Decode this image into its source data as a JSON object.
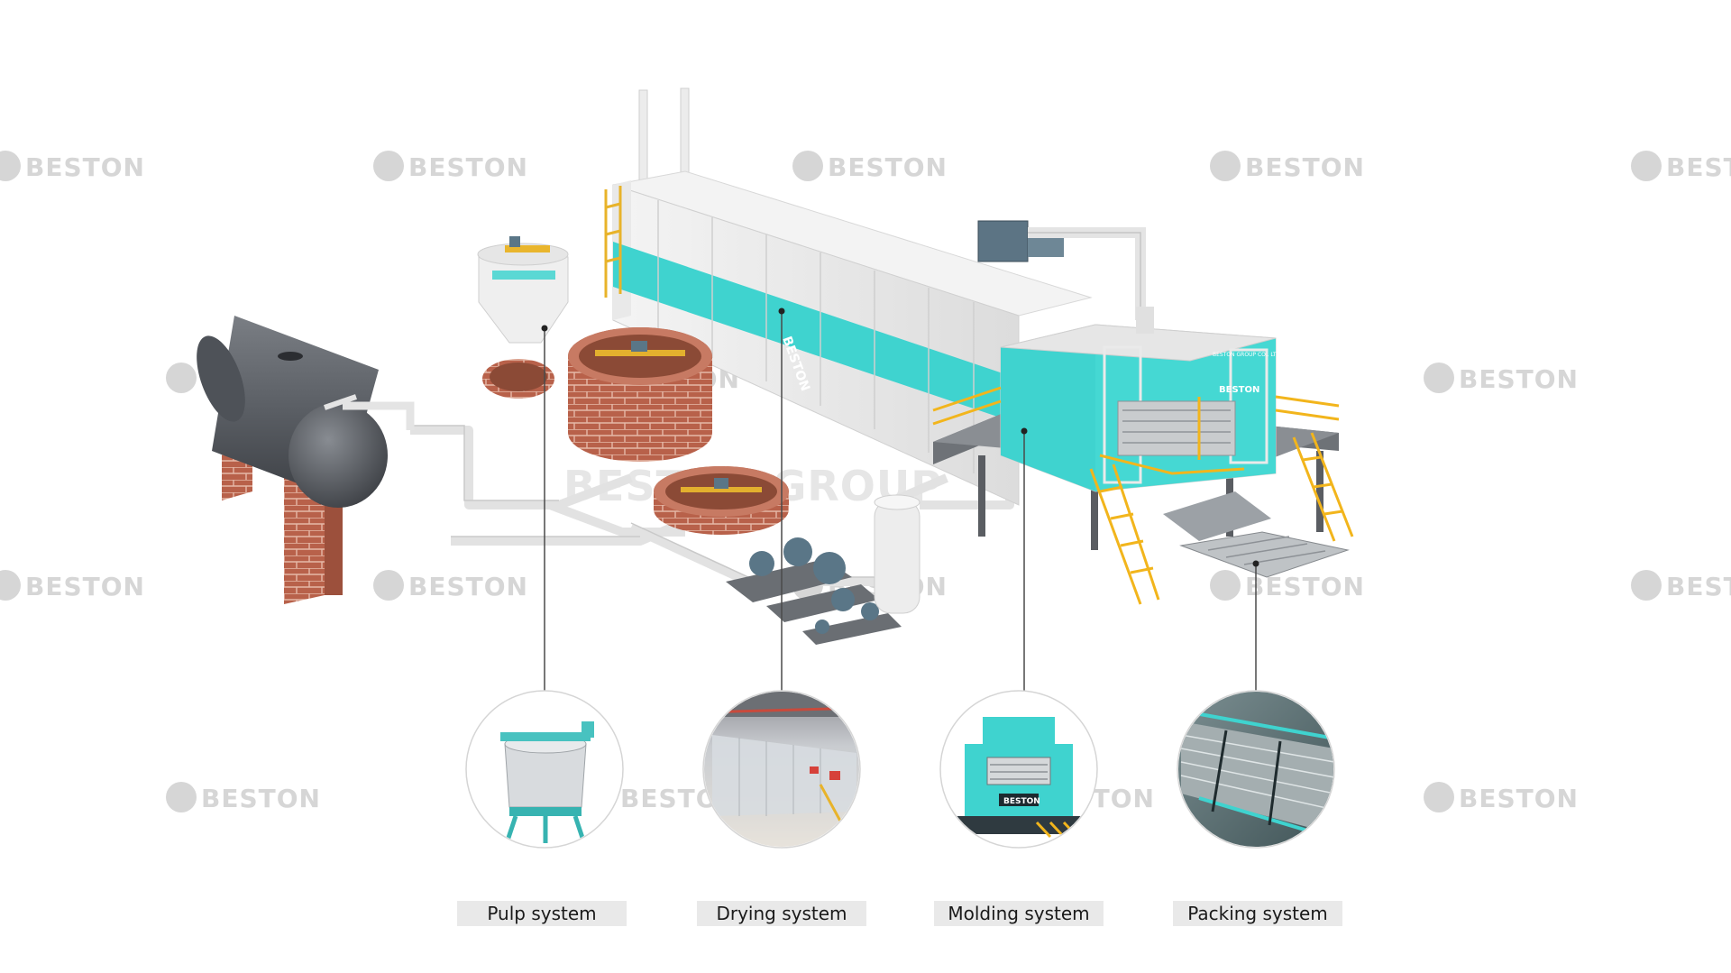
{
  "brand": {
    "watermark": "BESTON",
    "center_watermark": "BESTON GROUP",
    "tower_logo": "BESTON",
    "molding_logo": "BESTON",
    "panel_text": "BESTON GROUP CO., LTD",
    "accent_color": "#3fd3cf",
    "watermark_color": "#d6d6d6"
  },
  "systems": [
    {
      "label": "Pulp system",
      "icon": "pulper-photo"
    },
    {
      "label": "Drying system",
      "icon": "drying-line-photo"
    },
    {
      "label": "Molding system",
      "icon": "molding-machine-photo"
    },
    {
      "label": "Packing system",
      "icon": "packing-conveyor-photo"
    }
  ]
}
